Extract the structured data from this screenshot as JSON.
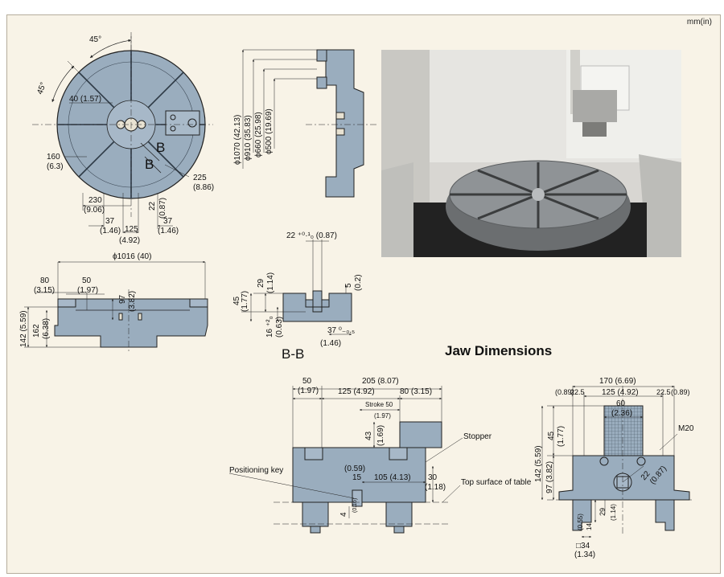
{
  "unit_label": "mm(in)",
  "section_title": "Jaw Dimensions",
  "colors": {
    "part_fill": "#9aadbe",
    "line": "#222222",
    "sheet_bg": "#f8f3e7"
  },
  "table_top": {
    "angle_1": "45°",
    "angle_2": "45°",
    "slot_width": "40 (1.57)",
    "r160": "160",
    "r160_in": "(6.3)",
    "r225": "225",
    "r225_in": "(8.86)",
    "r230": "230",
    "r230_in": "(9.06)",
    "d22": "22",
    "d22_in": "(0.87)",
    "d37a": "37",
    "d37a_in": "(1.46)",
    "d125": "125",
    "d125_in": "(4.92)",
    "d37b": "37",
    "d37b_in": "(1.46)",
    "section_b1": "B",
    "section_b2": "B"
  },
  "side_view": {
    "dia_1070": "ϕ1070 (42.13)",
    "dia_910": "ϕ910 (35.83)",
    "dia_660": "ϕ660 (25.98)",
    "dia_500": "ϕ500 (19.69)"
  },
  "front_view": {
    "dia_1016": "ϕ1016 (40)",
    "d80": "80",
    "d80_in": "(3.15)",
    "d50": "50",
    "d50_in": "(1.97)",
    "d97": "97",
    "d97_in": "(3.82)",
    "d142": "142 (5.59)",
    "d162": "162",
    "d162_in": "(6.38)"
  },
  "section_bb": {
    "width": "22 ⁺⁰·¹₀ (0.87)",
    "d29": "29",
    "d29_in": "(1.14)",
    "d45": "45",
    "d45_in": "(1.77)",
    "d5": "5",
    "d5_in": "(0.2)",
    "d16": "16 ⁺²₀",
    "d16_in": "(0.63)",
    "d37": "37 ⁰₋₀.₅",
    "d37_in": "(1.46)",
    "label": "B-B"
  },
  "jaw_side": {
    "d50": "50",
    "d50_in": "(1.97)",
    "d205": "205 (8.07)",
    "d125": "125 (4.92)",
    "d80": "80 (3.15)",
    "stroke": "Stroke 50",
    "stroke_in": "(1.97)",
    "d43": "43",
    "d43_in": "(1.69)",
    "stopper": "Stopper",
    "positioning_key": "Positioning key",
    "d059": "(0.59)",
    "d15": "15",
    "d105": "105 (4.13)",
    "d30": "30",
    "d30_in": "(1.18)",
    "top_surface": "Top surface of table",
    "d4": "4",
    "d4_in": "(0.16)"
  },
  "jaw_end": {
    "d170": "170 (6.69)",
    "d089a": "(0.89)",
    "d225a": "22.5",
    "d125": "125 (4.92)",
    "d225b": "22.5",
    "d089b": "(0.89)",
    "d60": "60",
    "d60_in": "(2.36)",
    "m20": "M20",
    "d45": "45",
    "d45_in": "(1.77)",
    "d142": "142 (5.59)",
    "d97": "97 (3.82)",
    "d22": "22",
    "d22_in": "(0.87)",
    "d29": "29",
    "d29_in": "(1.14)",
    "d14": "14",
    "d055": "(0.55)",
    "d34": "□34",
    "d34_in": "(1.34)"
  }
}
